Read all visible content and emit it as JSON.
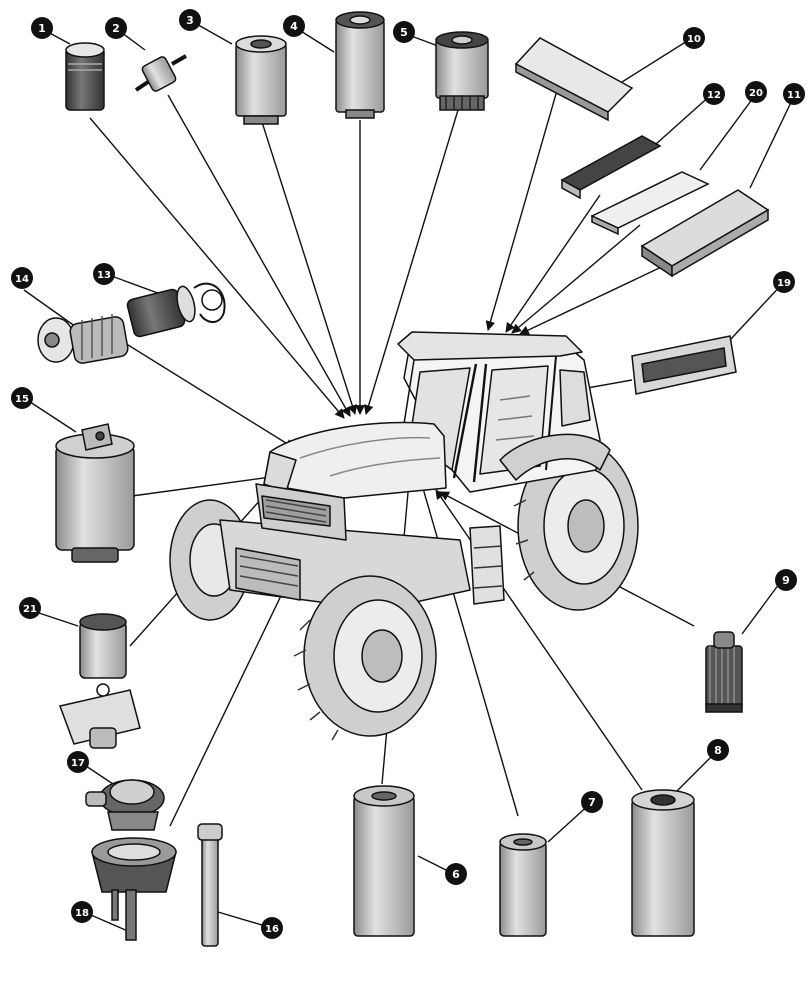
{
  "callouts": [
    {
      "id": "c1",
      "label": "1"
    },
    {
      "id": "c2",
      "label": "2"
    },
    {
      "id": "c3",
      "label": "3"
    },
    {
      "id": "c4",
      "label": "4"
    },
    {
      "id": "c5",
      "label": "5"
    },
    {
      "id": "c6",
      "label": "6"
    },
    {
      "id": "c7",
      "label": "7"
    },
    {
      "id": "c8",
      "label": "8"
    },
    {
      "id": "c9",
      "label": "9"
    },
    {
      "id": "c10",
      "label": "10"
    },
    {
      "id": "c11",
      "label": "11"
    },
    {
      "id": "c12",
      "label": "12"
    },
    {
      "id": "c13",
      "label": "13"
    },
    {
      "id": "c14",
      "label": "14"
    },
    {
      "id": "c15",
      "label": "15"
    },
    {
      "id": "c16",
      "label": "16"
    },
    {
      "id": "c17",
      "label": "17"
    },
    {
      "id": "c18",
      "label": "18"
    },
    {
      "id": "c19",
      "label": "19"
    },
    {
      "id": "c20",
      "label": "20"
    },
    {
      "id": "c21",
      "label": "21"
    }
  ],
  "colors": {
    "ink": "#111111",
    "light_grey": "#dcdcdc",
    "mid_grey": "#9a9a9a",
    "dark_grey": "#555555",
    "paper": "#ffffff"
  }
}
